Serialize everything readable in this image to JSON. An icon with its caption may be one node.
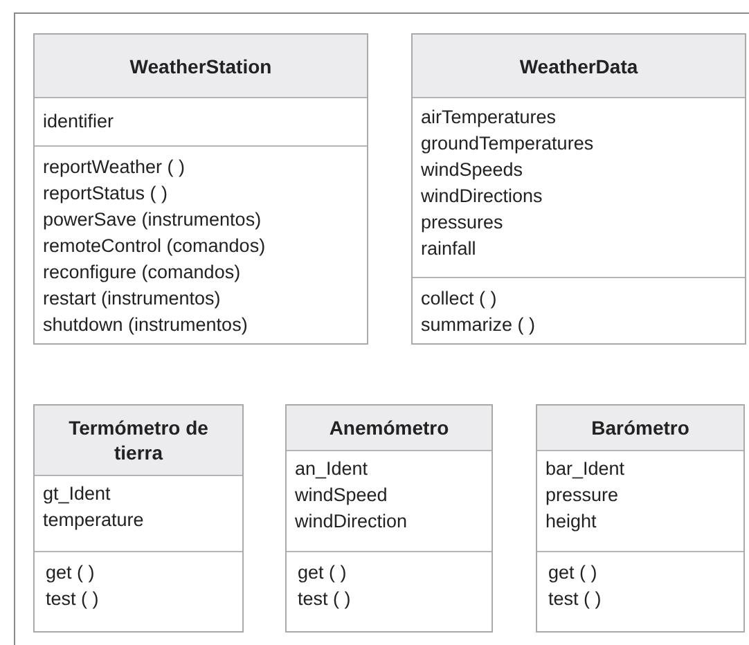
{
  "diagram": {
    "nodes": [
      {
        "text": [
          "WeatherStation"
        ]
      },
      {
        "text": [
          "identifier"
        ],
        "in": 0
      },
      {
        "text": [
          "reportWeather ( )",
          "reportStatus ( )",
          "powerSave (instrumentos)",
          "remoteControl (comandos)",
          "reconfigure (comandos)",
          "restart (instrumentos)",
          "shutdown (instrumentos)"
        ],
        "in": 0
      },
      {
        "text": [
          "WeatherData"
        ]
      },
      {
        "text": [
          "airTemperatures",
          "groundTemperatures",
          "windSpeeds",
          "windDirections",
          "pressures",
          "rainfall"
        ],
        "in": 3
      },
      {
        "text": [
          "collect ( )",
          "summarize ( )"
        ],
        "in": 3
      },
      {
        "text": [
          "Termómetro de tierra"
        ]
      },
      {
        "text": [
          "gt_Ident",
          "temperature"
        ],
        "in": 6
      },
      {
        "text": [
          "get ( )",
          "test ( )"
        ],
        "in": 6
      },
      {
        "text": [
          "Anemómetro"
        ]
      },
      {
        "text": [
          "an_Ident",
          "windSpeed",
          "windDirection"
        ],
        "in": 9
      },
      {
        "text": [
          "get ( )",
          "test ( )"
        ],
        "in": 9
      },
      {
        "text": [
          "Barómetro"
        ]
      },
      {
        "text": [
          "bar_Ident",
          "pressure",
          "height"
        ],
        "in": 12
      },
      {
        "text": [
          "get ( )",
          "test ( )"
        ],
        "in": 12
      }
    ]
  }
}
